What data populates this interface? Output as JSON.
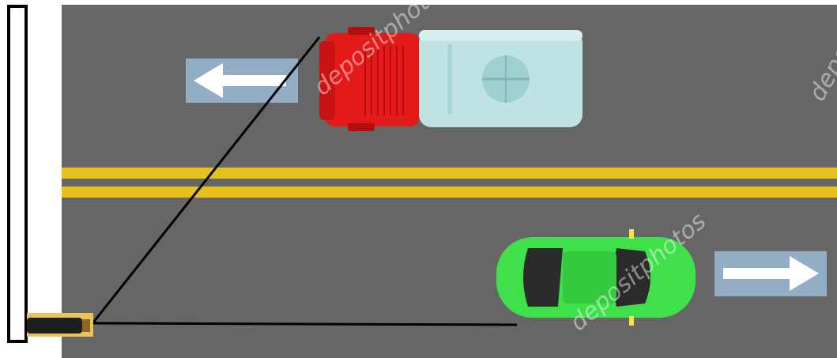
{
  "colors": {
    "road": "#666666",
    "lane_marking": "#e6c21a",
    "arrow_panel": "#93aec4",
    "arrow": "#ffffff",
    "truck_cab": "#e31a1a",
    "truck_tank": "#bfe3e2",
    "car_body": "#3fe04a",
    "car_glass": "#2b2b2b",
    "pole_outline": "#000000",
    "sensor": "#e7c55b",
    "detection_line": "#000000"
  },
  "scene": {
    "upper_lane_direction": "left",
    "lower_lane_direction": "right",
    "pole_icon": "pole-icon",
    "sensor_icon": "radar-sensor-icon",
    "truck_icon": "tanker-truck-icon",
    "car_icon": "car-icon"
  },
  "watermark": {
    "text_1": "depositphotos",
    "text_2": "depositphotos",
    "text_3": "depositphotos"
  }
}
